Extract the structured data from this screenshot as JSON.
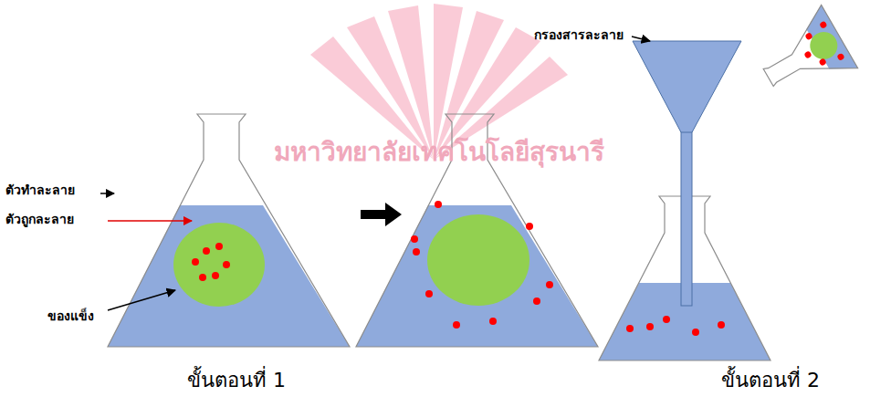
{
  "diagram": {
    "labels": [
      "ตัวทำละลาย",
      "ตัวถูกละลาย",
      "ของแข็ง",
      "กรองสารละลาย",
      "ขั้นตอนที่ 1",
      "ขั้นตอนที่ 2",
      "มหาวิทยาลัยเทคโนโลยีสุรนารี"
    ]
  }
}
